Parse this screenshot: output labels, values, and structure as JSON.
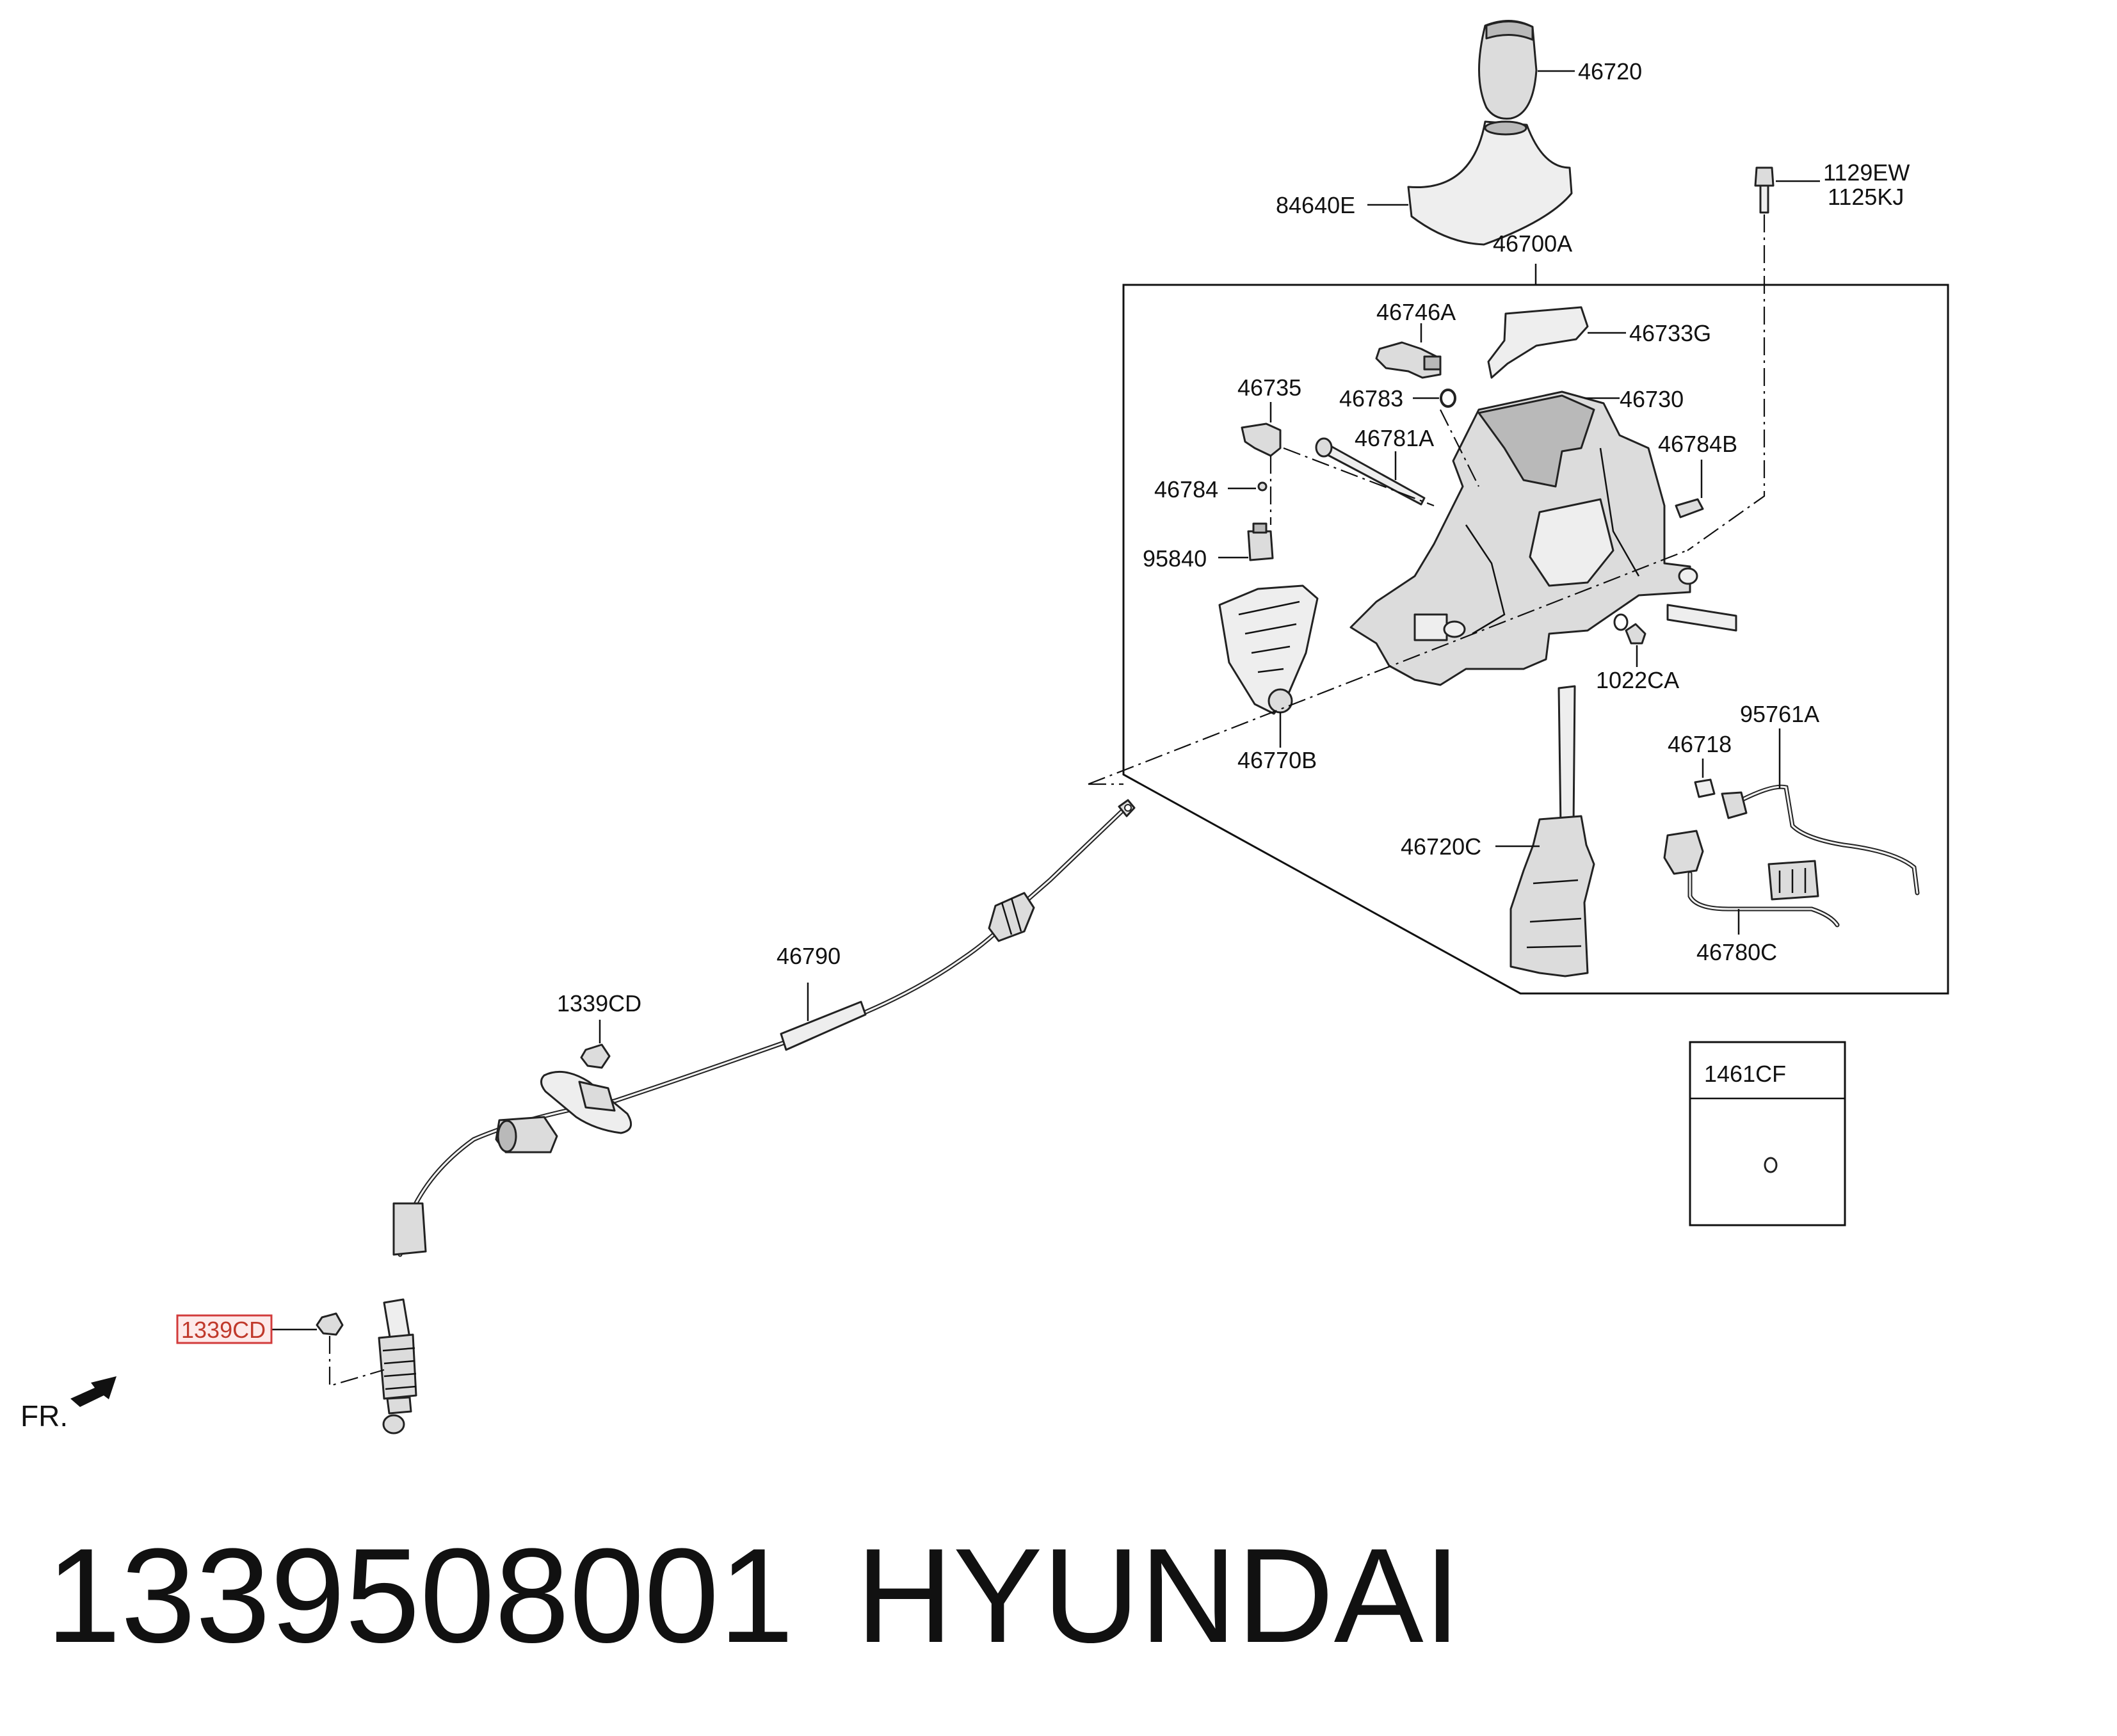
{
  "labels": {
    "p46720": "46720",
    "p84640E": "84640E",
    "p1129EW": "1129EW",
    "p1125KJ": "1125KJ",
    "p46700A": "46700A",
    "p46746A": "46746A",
    "p46733G": "46733G",
    "p46735": "46735",
    "p46783": "46783",
    "p46730": "46730",
    "p46781A": "46781A",
    "p46784B": "46784B",
    "p46784": "46784",
    "p95840": "95840",
    "p1022CA": "1022CA",
    "p46770B": "46770B",
    "p95761A": "95761A",
    "p46718": "46718",
    "p46720C": "46720C",
    "p46780C": "46780C",
    "p46790": "46790",
    "p1339CD_top": "1339CD",
    "p1339CD_highlight": "1339CD",
    "p1461CF": "1461CF",
    "fr": "FR."
  },
  "footer": {
    "part_number": "1339508001",
    "brand": "HYUNDAI"
  },
  "colors": {
    "highlight_border": "#d23b3b",
    "highlight_fill": "#fdeaea",
    "highlight_text": "#c0392b"
  }
}
